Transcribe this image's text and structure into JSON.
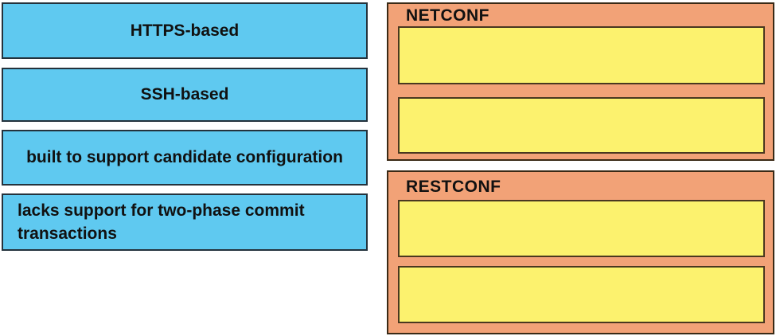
{
  "colors": {
    "canvas_bg": "#ffffff",
    "option_fill": "#5fc9f0",
    "option_border": "#24323c",
    "group_fill": "#f2a277",
    "group_border": "#3a2a16",
    "slot_fill": "#fcf26e",
    "slot_border": "#4a3820",
    "text": "#111111"
  },
  "options": [
    {
      "label": "HTTPS-based"
    },
    {
      "label": "SSH-based"
    },
    {
      "label": "built to support candidate configuration"
    },
    {
      "label": "lacks support for two-phase commit transactions"
    }
  ],
  "groups": [
    {
      "label": "NETCONF",
      "slot_count": 2,
      "slot_values": [
        "",
        ""
      ]
    },
    {
      "label": "RESTCONF",
      "slot_count": 2,
      "slot_values": [
        "",
        ""
      ]
    }
  ]
}
